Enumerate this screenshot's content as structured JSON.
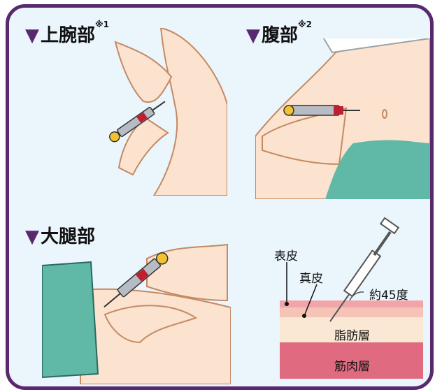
{
  "triangle": "▼",
  "sections": {
    "upper_arm": {
      "label": "上腕部",
      "note": "※1"
    },
    "abdomen": {
      "label": "腹部",
      "note": "※2"
    },
    "thigh": {
      "label": "大腿部"
    }
  },
  "diagram": {
    "epidermis": "表皮",
    "dermis": "真皮",
    "angle": "約45度",
    "fat_layer": "脂肪層",
    "muscle_layer": "筋肉層"
  },
  "colors": {
    "frame": "#58296e",
    "background": "#eaf5fc",
    "skin": "#fbe3cf",
    "skin_outline": "#c48a64",
    "fat": "#fbe8d4",
    "muscle": "#e06a7f",
    "dermis": "#f2a5a8",
    "sleeve": "#5fb9a6"
  }
}
